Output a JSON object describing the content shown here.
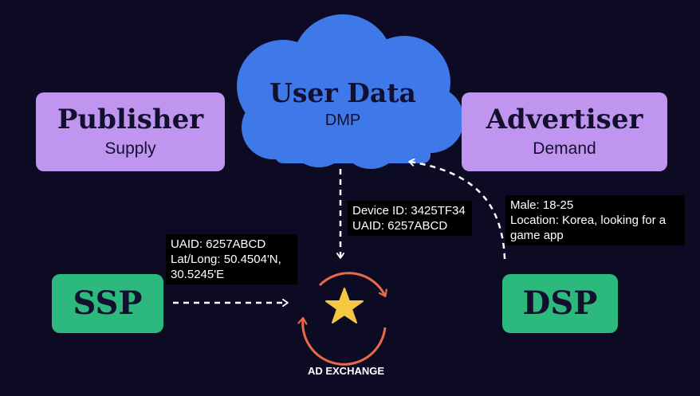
{
  "nodes": {
    "user_data": {
      "title": "User Data",
      "subtitle": "DMP"
    },
    "publisher": {
      "title": "Publisher",
      "subtitle": "Supply"
    },
    "advertiser": {
      "title": "Advertiser",
      "subtitle": "Demand"
    },
    "ssp": {
      "title": "SSP"
    },
    "dsp": {
      "title": "DSP"
    },
    "ad_exchange": {
      "label": "AD EXCHANGE"
    }
  },
  "notes": {
    "ssp_to_exchange": [
      "UAID: 6257ABCD",
      "Lat/Long: 50.4504'N,",
      "30.5245'E"
    ],
    "dmp_to_exchange": [
      "Device ID: 3425TF34",
      "UAID: 6257ABCD"
    ],
    "dsp_to_dmp": [
      "Male: 18-25",
      "Location: Korea, looking for a game app"
    ]
  },
  "colors": {
    "background": "#0d0b24",
    "cloud": "#3f78e8",
    "supply_demand_boxes": "#c095f0",
    "ssp_dsp_boxes": "#2db87e",
    "exchange_ring": "#e86a4c",
    "exchange_star": "#f5c842"
  },
  "icons": {
    "exchange": "star-icon",
    "exchange_arrows": "cycle-arrows-icon"
  }
}
